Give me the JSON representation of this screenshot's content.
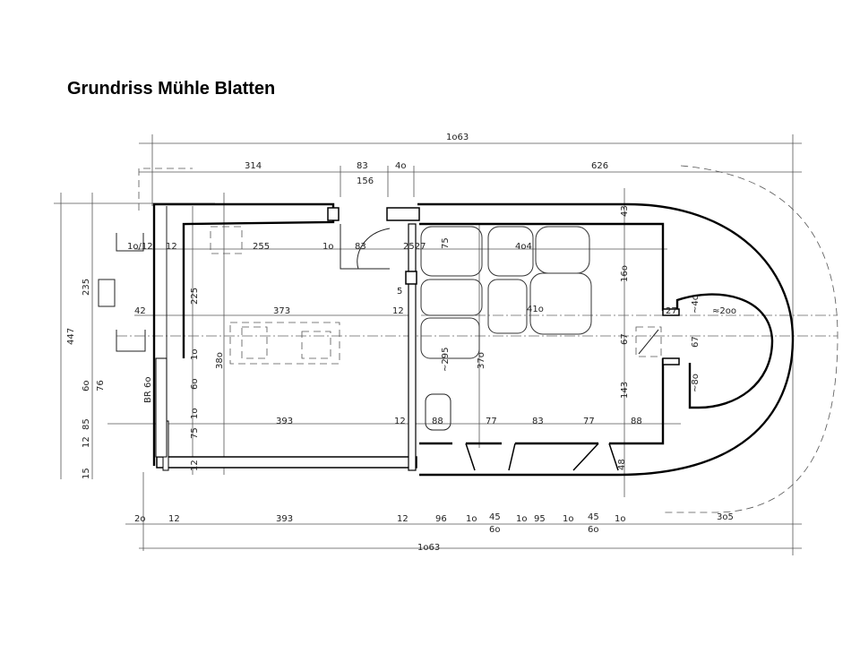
{
  "title": "Grundriss Mühle Blatten",
  "plan": {
    "labels": [
      "1o63",
      "314",
      "83",
      "4o",
      "156",
      "626",
      "447",
      "235",
      "6o",
      "76",
      "85",
      "12",
      "15",
      "1o/12",
      "12",
      "42",
      "225",
      "255",
      "1o",
      "83",
      "2527",
      "373",
      "12",
      "5",
      "1o",
      "38o",
      "6o",
      "1o",
      "75",
      "12",
      "BR 6o",
      "393",
      "12",
      "88",
      "77",
      "83",
      "77",
      "88",
      "75",
      "4o4",
      "41o",
      "~295",
      "37o",
      "16o",
      "43",
      "67",
      "143",
      "48",
      "27",
      "~4o",
      "≈2oo",
      "67",
      "~8o",
      "2o",
      "12",
      "393",
      "12",
      "96",
      "1o",
      "45",
      "6o",
      "1o",
      "95",
      "1o",
      "45",
      "6o",
      "1o",
      "3o5",
      "1o63"
    ]
  }
}
